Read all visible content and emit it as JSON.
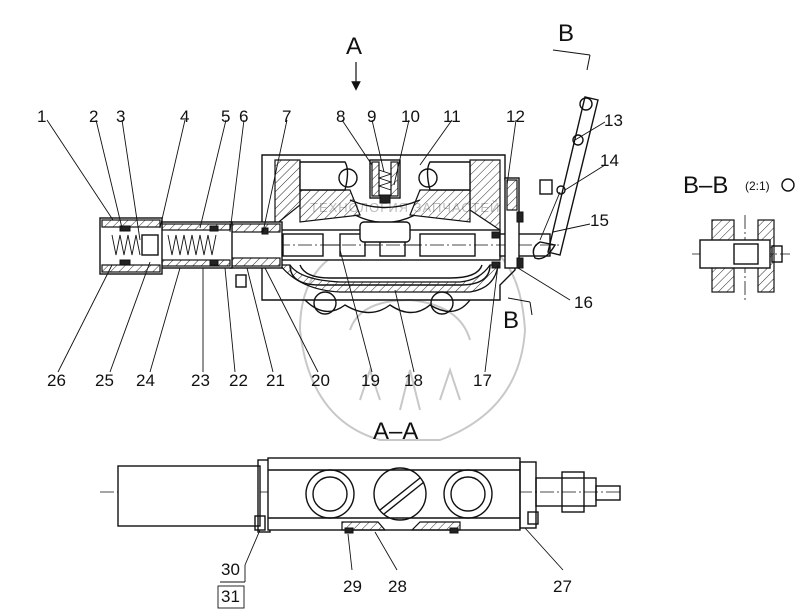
{
  "views": {
    "main_section_arrow": "A",
    "section_b_arrow": "B",
    "section_b_arrow_lower": "B",
    "section_aa_title": "A–A",
    "section_bb_title": "B–B",
    "section_bb_scale": "(2:1)"
  },
  "watermark": {
    "text": "ТЕХНОЛОГИЯ ЗАПЧАСТЕЙ"
  },
  "part_labels": [
    "1",
    "2",
    "3",
    "4",
    "5",
    "6",
    "7",
    "8",
    "9",
    "10",
    "11",
    "12",
    "13",
    "14",
    "15",
    "16",
    "17",
    "18",
    "19",
    "20",
    "21",
    "22",
    "23",
    "24",
    "25",
    "26",
    "27",
    "28",
    "29",
    "30",
    "31"
  ]
}
